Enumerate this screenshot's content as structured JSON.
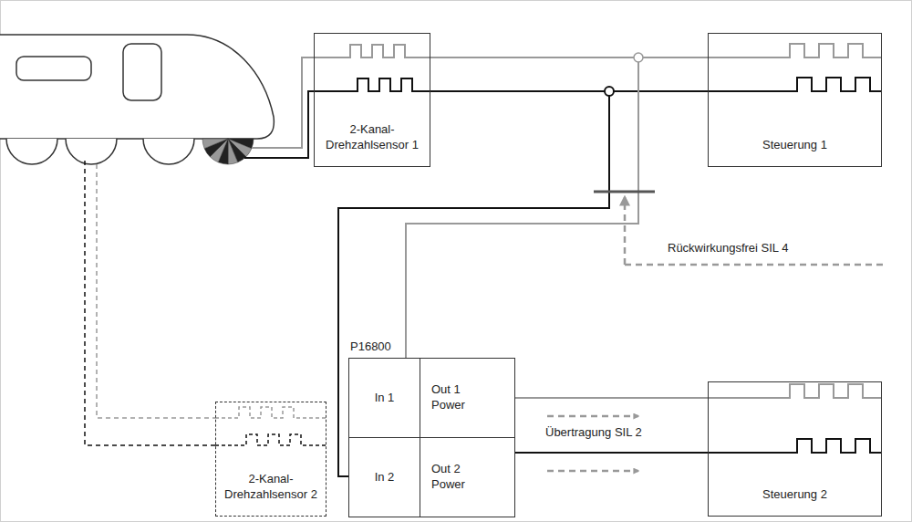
{
  "diagram": {
    "nodes": [
      {
        "text": [
          "2-Kanal-Drehzahlsensor 1"
        ]
      },
      {
        "text": [
          "Steuerung 1"
        ]
      },
      {
        "text": [
          "P16800"
        ]
      },
      {
        "text": [
          "In 1"
        ],
        "in": 2
      },
      {
        "text": [
          "Out 1 Power"
        ],
        "in": 2
      },
      {
        "text": [
          "In 2"
        ],
        "in": 2
      },
      {
        "text": [
          "Out 2 Power"
        ],
        "in": 2
      },
      {
        "text": [
          "Steuerung 2"
        ]
      },
      {
        "text": [
          "2-Kanal-Drehzahlsensor 2"
        ]
      }
    ],
    "edges": [
      {
        "from": 0,
        "to": 1,
        "arrow": "none"
      },
      {
        "from": 0,
        "to": 1,
        "arrow": "none"
      },
      {
        "from": 0,
        "to": 3,
        "arrow": "none"
      },
      {
        "from": 0,
        "to": 5,
        "arrow": "none"
      },
      {
        "from": 4,
        "to": 7,
        "arrow": "none"
      },
      {
        "from": 6,
        "to": 7,
        "arrow": "none"
      }
    ],
    "labels": [
      "Rückwirkungsfrei SIL 4",
      "Übertragung SIL 2"
    ]
  }
}
